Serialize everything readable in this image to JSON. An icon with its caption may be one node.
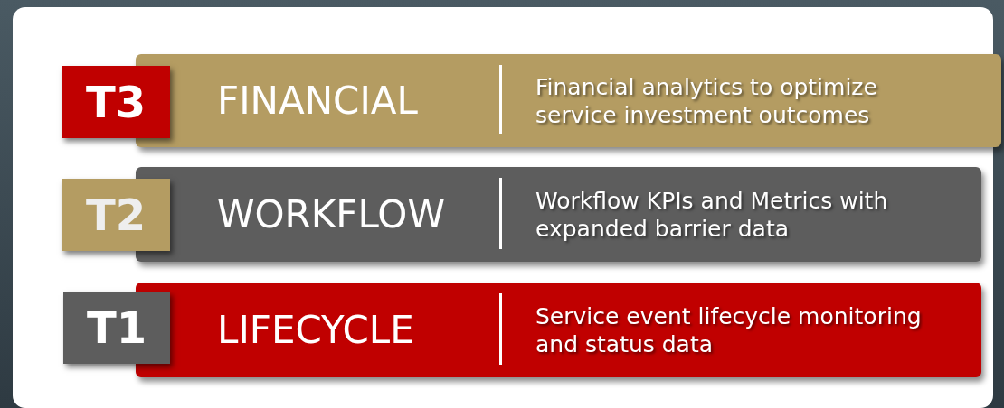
{
  "diagram": {
    "nodes": [
      {
        "text": [
          "T3"
        ]
      },
      {
        "text": [
          "FINANCIAL",
          "Financial analytics to optimize service investment outcomes"
        ]
      },
      {
        "text": [
          "T2"
        ]
      },
      {
        "text": [
          "WORKFLOW",
          "Workflow KPIs and Metrics with expanded barrier data"
        ]
      },
      {
        "text": [
          "T1"
        ]
      },
      {
        "text": [
          "LIFECYCLE",
          "Service event lifecycle monitoring and status data"
        ]
      }
    ]
  }
}
